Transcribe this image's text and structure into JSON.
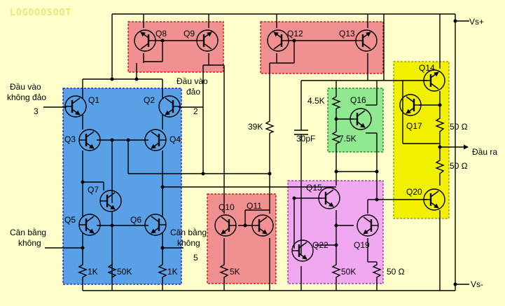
{
  "watermark": "LOGOOOSOOT",
  "rails": {
    "vplus": "Vs+",
    "vminus": "Vs-"
  },
  "pins": {
    "noninv_line1": "Đầu vào",
    "noninv_line2": "không đảo",
    "noninv_num": "3",
    "inv_line1": "Đầu vào",
    "inv_line2": "đảo",
    "inv_num": "2",
    "offset1_line1": "Cân bằng",
    "offset1_line2": "không",
    "offset2_line1": "Cân bằng",
    "offset2_line2": "không",
    "offset2_num": "5",
    "output": "Đầu ra"
  },
  "transistors": {
    "q1": "Q1",
    "q2": "Q2",
    "q3": "Q3",
    "q4": "Q4",
    "q5": "Q5",
    "q6": "Q6",
    "q7": "Q7",
    "q8": "Q8",
    "q9": "Q9",
    "q10": "Q10",
    "q11": "Q11",
    "q12": "Q12",
    "q13": "Q13",
    "q14": "Q14",
    "q15": "Q15",
    "q16": "Q16",
    "q17": "Q17",
    "q19": "Q19",
    "q20": "Q20",
    "q22": "Q22"
  },
  "components": {
    "r_1k_a": "1K",
    "r_50k_a": "50K",
    "r_1k_b": "1K",
    "r_5k": "5K",
    "r_39k": "39K",
    "c_30pf": "30pF",
    "r_4_5k": "4.5K",
    "r_7_5k": "7.5K",
    "r_50k_b": "50K",
    "r_50ohm_a": "50 Ω",
    "r_50ohm_b": "50 Ω",
    "r_50ohm_c": "50 Ω"
  },
  "colors": {
    "background": "#ffffcc",
    "input_stage": "#5aa0e6",
    "current_mirror": "#f09090",
    "gain_stage": "#f0a8f0",
    "bias_network": "#90e890",
    "output_stage": "#f0f000"
  }
}
